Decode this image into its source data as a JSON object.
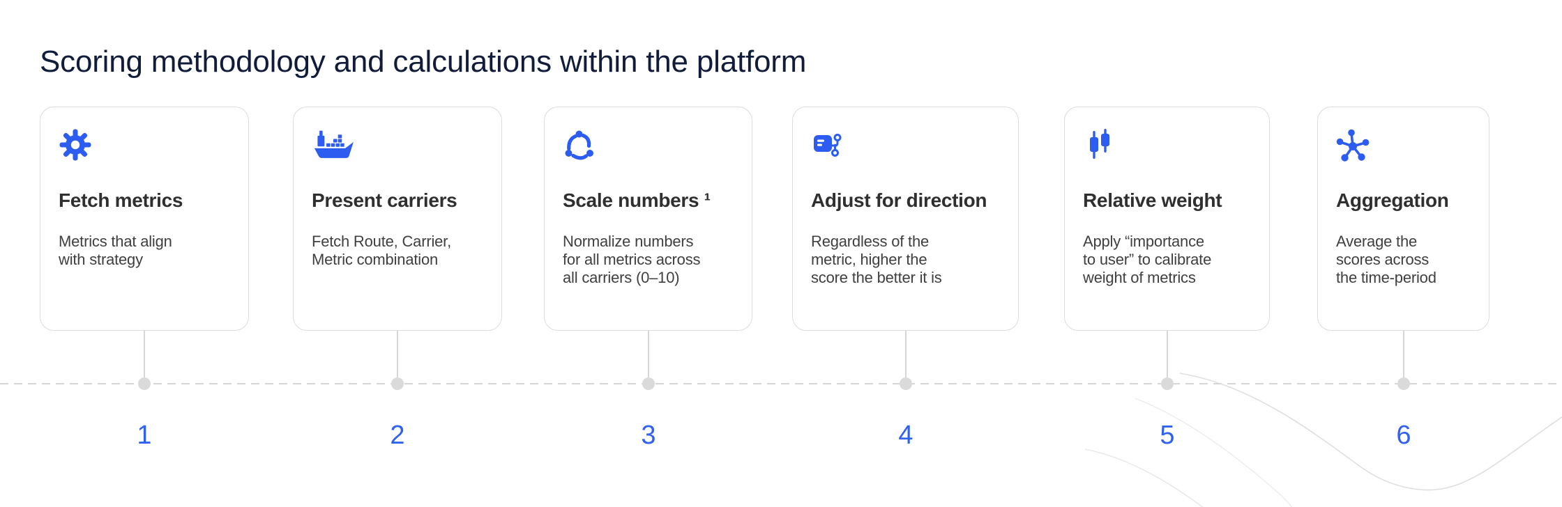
{
  "page_title": "Scoring methodology and calculations within the platform",
  "colors": {
    "accent_blue": "#2d5cf0",
    "number_blue": "#3161f1",
    "heading_navy": "#111c3b",
    "card_title": "#2f2f2f",
    "card_body": "#3f3f3f",
    "border_gray": "#dcdcdc",
    "line_gray": "#d6d6d6",
    "dot_gray": "#dadada"
  },
  "steps": [
    {
      "number": "1",
      "icon": "gear-icon",
      "title": "Fetch metrics",
      "description": "Metrics that align\nwith strategy"
    },
    {
      "number": "2",
      "icon": "cargo-ship-icon",
      "title": "Present carriers",
      "description": "Fetch Route, Carrier,\nMetric combination"
    },
    {
      "number": "3",
      "icon": "normalize-swirl-icon",
      "title": "Scale numbers ¹",
      "description": "Normalize numbers\nfor all metrics across\nall carriers (0–10)"
    },
    {
      "number": "4",
      "icon": "direction-branch-icon",
      "title": "Adjust for direction",
      "description": "Regardless of the\nmetric, higher the\nscore the better it is"
    },
    {
      "number": "5",
      "icon": "candlestick-weight-icon",
      "title": "Relative weight",
      "description": "Apply “importance\nto user” to calibrate\nweight of metrics"
    },
    {
      "number": "6",
      "icon": "aggregation-hub-icon",
      "title": "Aggregation",
      "description": "Average the\nscores across\nthe time-period"
    }
  ]
}
